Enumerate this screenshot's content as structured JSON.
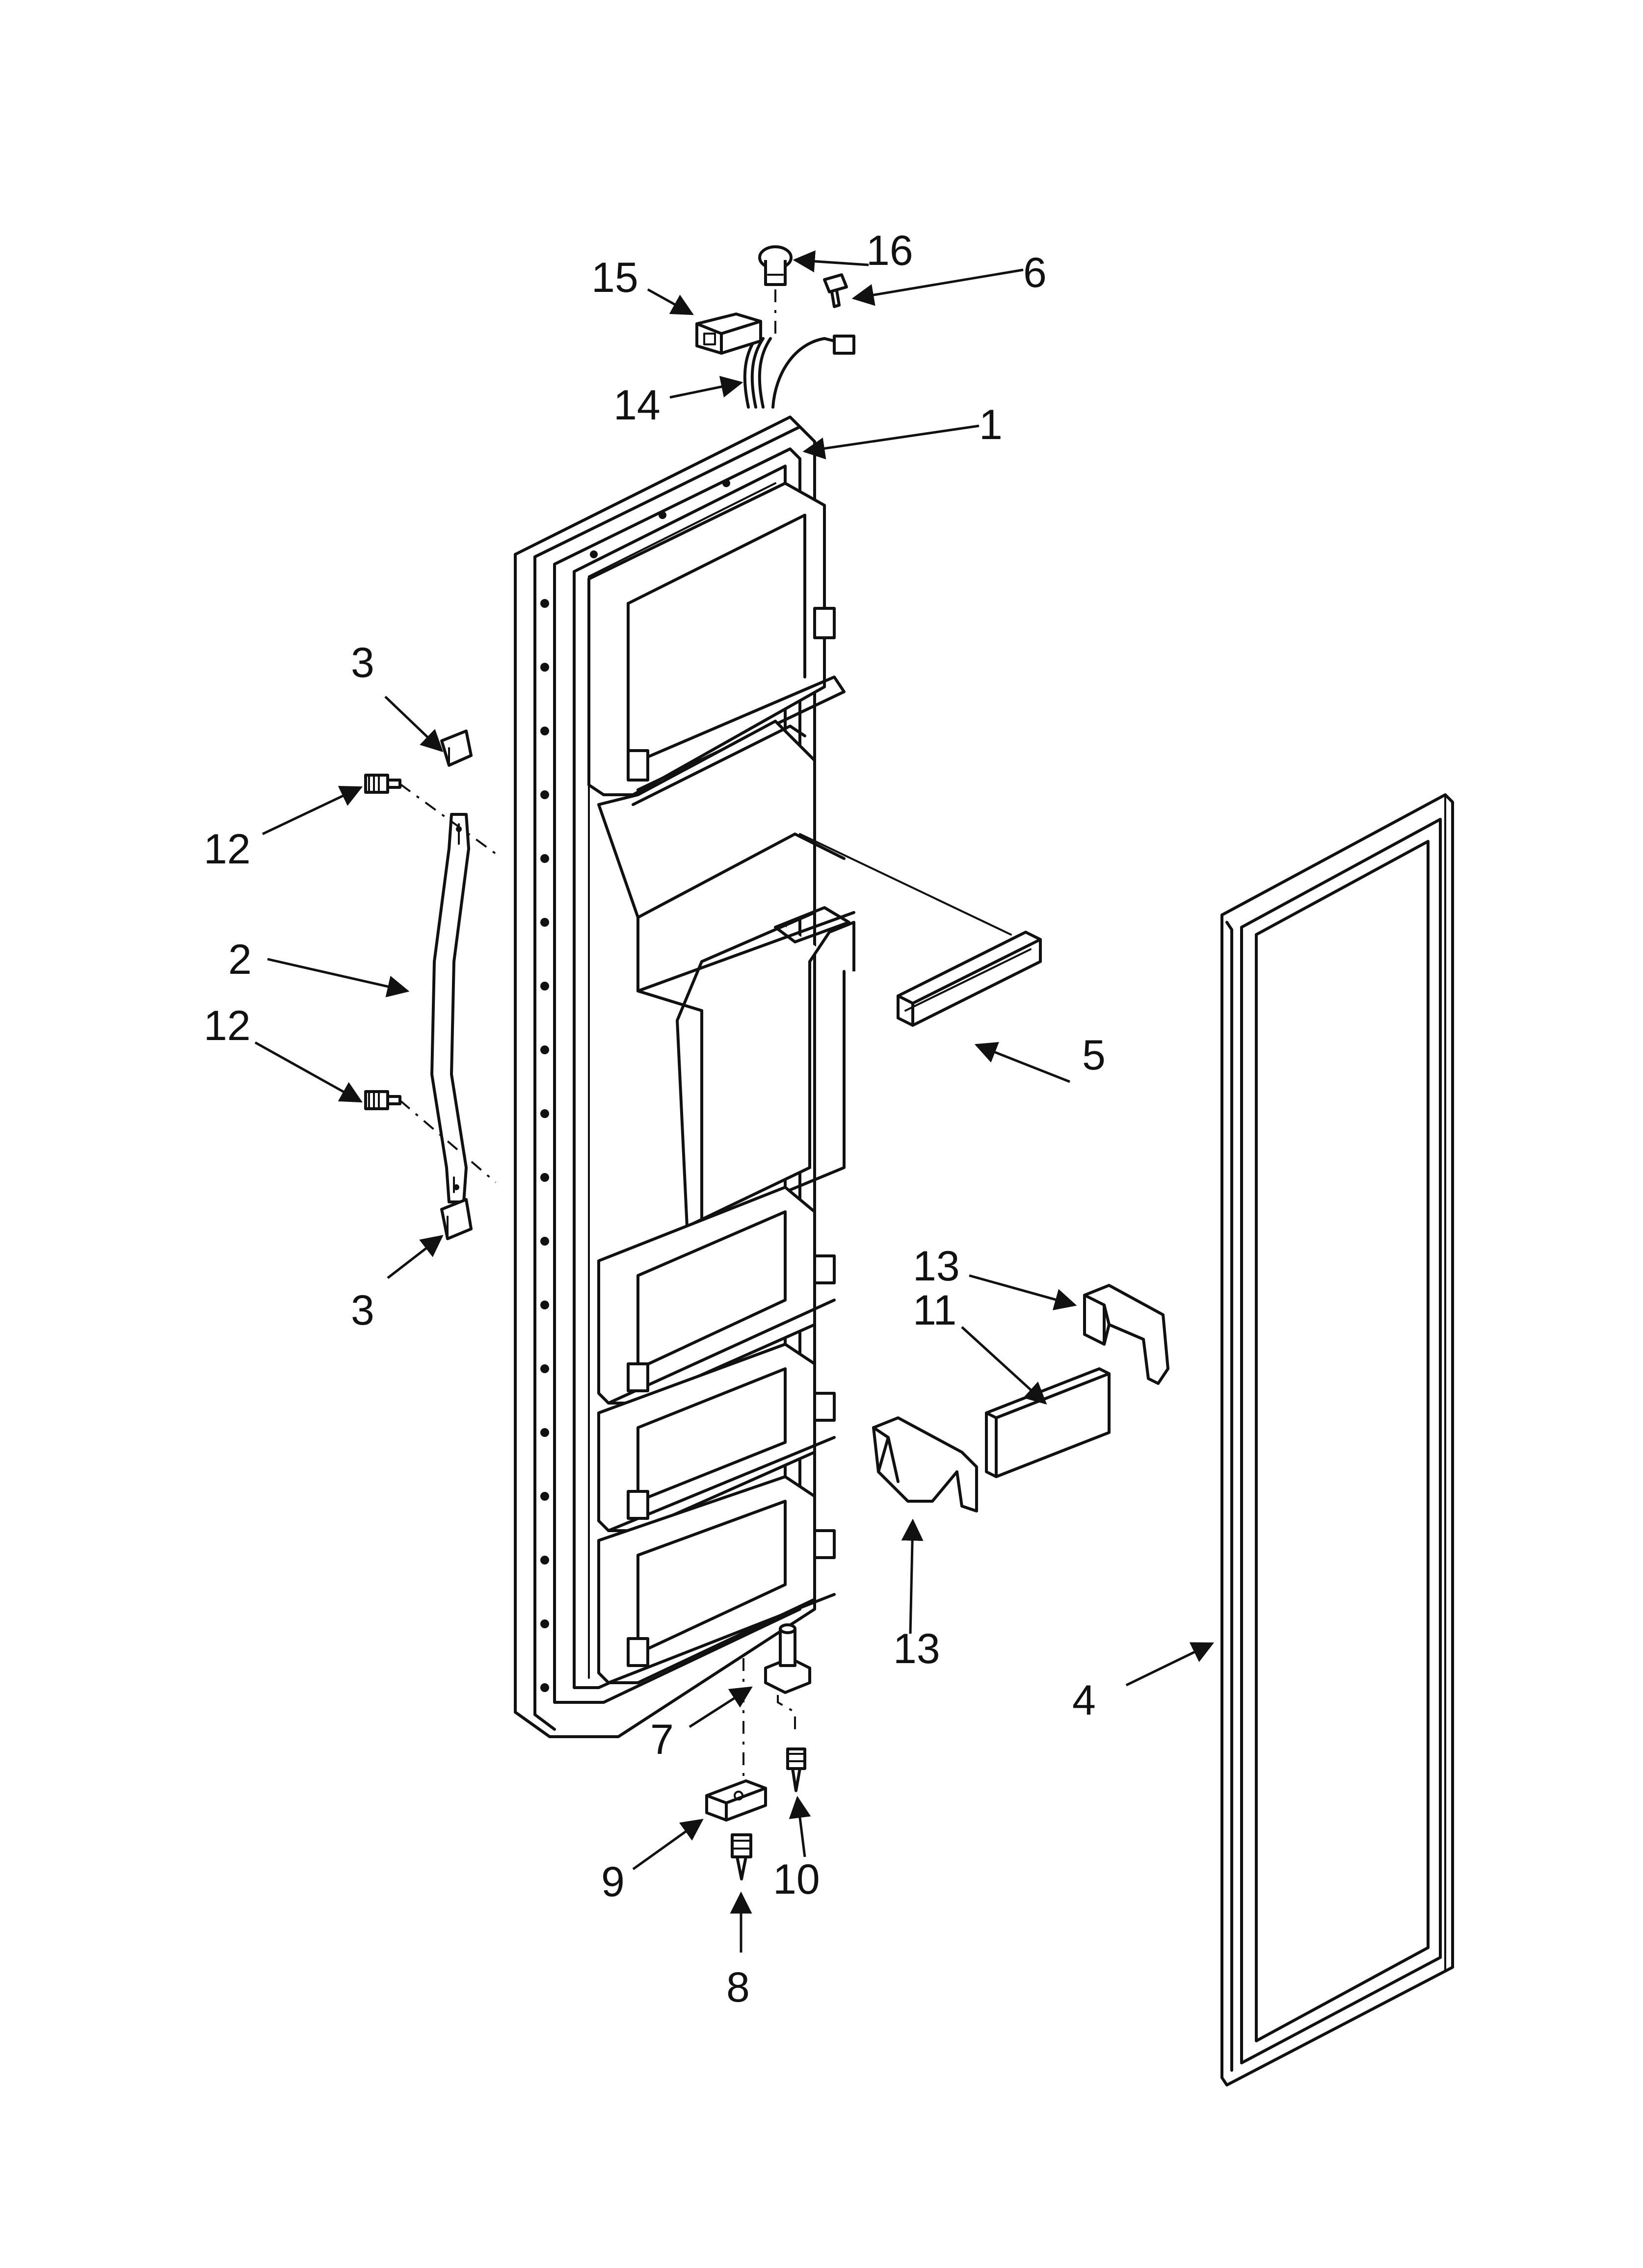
{
  "callouts": {
    "c1": "1",
    "c2": "2",
    "c3a": "3",
    "c3b": "3",
    "c4": "4",
    "c5": "5",
    "c6": "6",
    "c7": "7",
    "c8": "8",
    "c9": "9",
    "c10": "10",
    "c11": "11",
    "c12a": "12",
    "c12b": "12",
    "c13a": "13",
    "c13b": "13",
    "c14": "14",
    "c15": "15",
    "c16": "16"
  },
  "colors": {
    "ink": "#111111",
    "paper": "#ffffff"
  }
}
